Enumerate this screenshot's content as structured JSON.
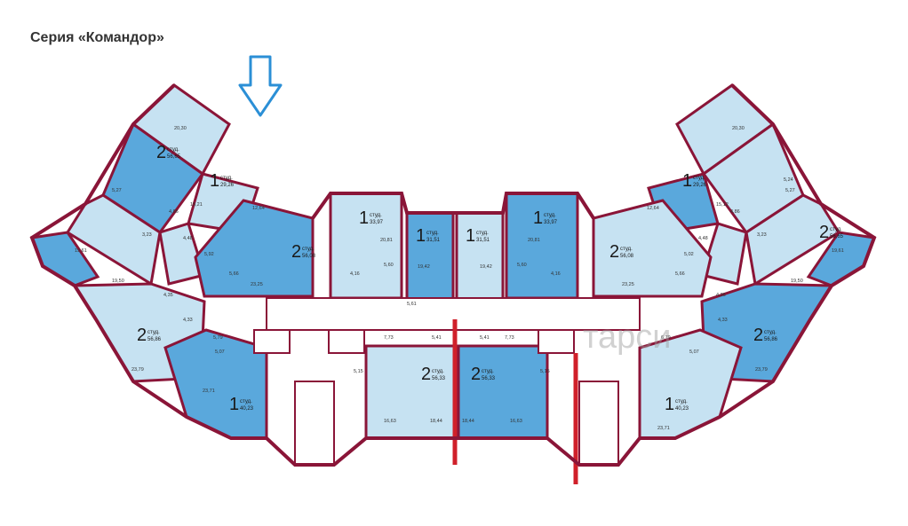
{
  "title": "Серия «Командор»",
  "watermark": "тарси",
  "studio_label": "студ.",
  "colors": {
    "wall": "#8a1538",
    "room_dark": "#5aa8dc",
    "room_light": "#c6e2f2",
    "arrow": "#2b8fd6",
    "red_partition": "#d0202a"
  },
  "apartments": [
    {
      "rooms": "2",
      "area": "56,65"
    },
    {
      "rooms": "1",
      "area": "29,26"
    },
    {
      "rooms": "2",
      "area": "56,08"
    },
    {
      "rooms": "1",
      "area": "33,97"
    },
    {
      "rooms": "1",
      "area": "31,51"
    },
    {
      "rooms": "1",
      "area": "31,51"
    },
    {
      "rooms": "1",
      "area": "33,97"
    },
    {
      "rooms": "2",
      "area": "56,08"
    },
    {
      "rooms": "1",
      "area": "29,26"
    },
    {
      "rooms": "2",
      "area": "56,65"
    },
    {
      "rooms": "2",
      "area": "56,86"
    },
    {
      "rooms": "1",
      "area": "40,23"
    },
    {
      "rooms": "2",
      "area": "56,33"
    },
    {
      "rooms": "2",
      "area": "56,33"
    },
    {
      "rooms": "2",
      "area": "56,86"
    },
    {
      "rooms": "1",
      "area": "40,23"
    }
  ],
  "dimensions": [
    "20,30",
    "5,27",
    "4,86",
    "15,21",
    "3,23",
    "4,48",
    "19,61",
    "12,64",
    "5,92",
    "5,66",
    "23,25",
    "20,81",
    "4,16",
    "5,60",
    "19,42",
    "19,42",
    "5,61",
    "5,41",
    "5,41",
    "20,81",
    "4,16",
    "5,60",
    "12,64",
    "5,02",
    "5,66",
    "23,25",
    "20,30",
    "5,27",
    "5,24",
    "15,12",
    "4,86",
    "4,48",
    "3,23",
    "19,61",
    "19,50",
    "4,35",
    "4,33",
    "5,79",
    "5,07",
    "23,79",
    "23,71",
    "7,73",
    "5,15",
    "16,63",
    "18,44",
    "18,44",
    "16,63",
    "7,73",
    "5,15",
    "6,79",
    "5,07",
    "4,36",
    "4,33",
    "19,50",
    "23,79",
    "23,71"
  ]
}
